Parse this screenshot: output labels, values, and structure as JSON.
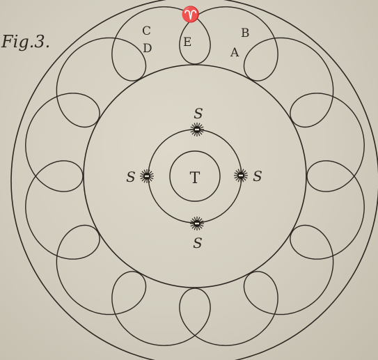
{
  "figure": {
    "label": "Fig.3.",
    "loop_points": {
      "A": "A",
      "B": "B",
      "C": "C",
      "D": "D",
      "E": "E"
    },
    "top_symbol": "♈",
    "center_label": "T",
    "sun_label": "S",
    "sun_positions": [
      "top",
      "left",
      "right",
      "bottom"
    ],
    "loop_count": 12,
    "ink_color": "#2c2621",
    "paper_color": "#d6d1c3"
  }
}
